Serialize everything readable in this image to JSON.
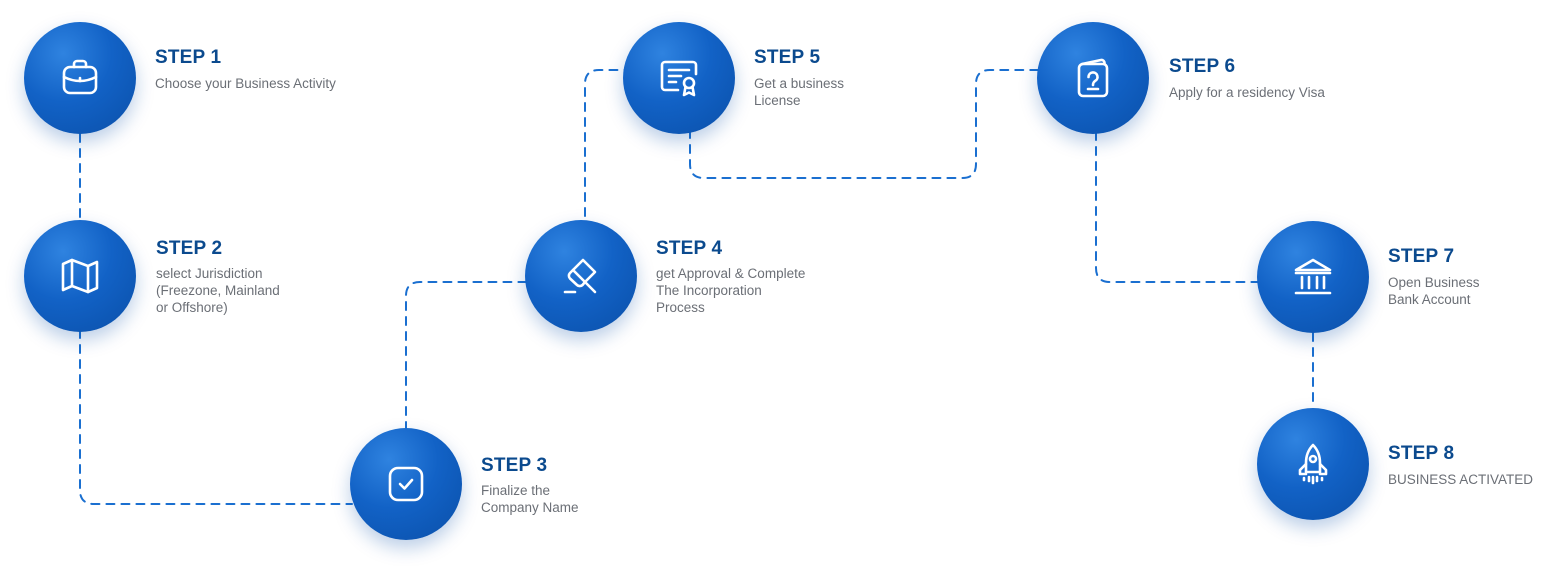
{
  "steps": [
    {
      "title": "STEP 1",
      "lines": [
        "Choose your Business Activity"
      ],
      "icon": "briefcase-icon"
    },
    {
      "title": "STEP 2",
      "lines": [
        "select Jurisdiction",
        "(Freezone, Mainland",
        "or Offshore)"
      ],
      "icon": "map-icon"
    },
    {
      "title": "STEP 3",
      "lines": [
        "Finalize the",
        "Company Name"
      ],
      "icon": "checkbox-icon"
    },
    {
      "title": "STEP 4",
      "lines": [
        "get Approval & Complete",
        "The Incorporation",
        "Process"
      ],
      "icon": "eraser-icon"
    },
    {
      "title": "STEP 5",
      "lines": [
        "Get a business",
        "License"
      ],
      "icon": "certificate-icon"
    },
    {
      "title": "STEP 6",
      "lines": [
        "Apply for a residency Visa"
      ],
      "icon": "passport-icon"
    },
    {
      "title": "STEP 7",
      "lines": [
        "Open Business",
        "Bank Account"
      ],
      "icon": "bank-icon"
    },
    {
      "title": "STEP 8",
      "lines": [
        "BUSINESS ACTIVATED"
      ],
      "icon": "rocket-icon"
    }
  ],
  "colors": {
    "accent": "#1262c6",
    "title": "#0b4a8e",
    "text": "#6b6f76",
    "connector": "#1a6fd0"
  }
}
